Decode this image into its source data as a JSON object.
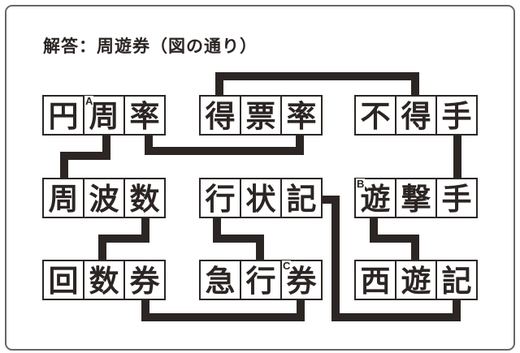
{
  "figure": {
    "title": "解答：周遊券（図の通り）",
    "answer_word": "周遊券",
    "boxes": [
      {
        "word": "円周率",
        "chars": [
          "円",
          "周",
          "率"
        ],
        "row": 0,
        "col": 0,
        "marker": {
          "cell": 1,
          "label": "A"
        }
      },
      {
        "word": "得票率",
        "chars": [
          "得",
          "票",
          "率"
        ],
        "row": 0,
        "col": 1
      },
      {
        "word": "不得手",
        "chars": [
          "不",
          "得",
          "手"
        ],
        "row": 0,
        "col": 2
      },
      {
        "word": "周波数",
        "chars": [
          "周",
          "波",
          "数"
        ],
        "row": 1,
        "col": 0
      },
      {
        "word": "行状記",
        "chars": [
          "行",
          "状",
          "記"
        ],
        "row": 1,
        "col": 1
      },
      {
        "word": "遊撃手",
        "chars": [
          "遊",
          "撃",
          "手"
        ],
        "row": 1,
        "col": 2,
        "marker": {
          "cell": 0,
          "label": "B"
        }
      },
      {
        "word": "回数券",
        "chars": [
          "回",
          "数",
          "券"
        ],
        "row": 2,
        "col": 0
      },
      {
        "word": "急行券",
        "chars": [
          "急",
          "行",
          "券"
        ],
        "row": 2,
        "col": 1,
        "marker": {
          "cell": 2,
          "label": "C"
        }
      },
      {
        "word": "西遊記",
        "chars": [
          "西",
          "遊",
          "記"
        ],
        "row": 2,
        "col": 2
      }
    ],
    "links": [
      {
        "shared_char": "周",
        "from": "円周率",
        "to": "周波数"
      },
      {
        "shared_char": "率",
        "from": "円周率",
        "to": "得票率"
      },
      {
        "shared_char": "得",
        "from": "得票率",
        "to": "不得手"
      },
      {
        "shared_char": "手",
        "from": "不得手",
        "to": "遊撃手"
      },
      {
        "shared_char": "数",
        "from": "周波数",
        "to": "回数券"
      },
      {
        "shared_char": "行",
        "from": "行状記",
        "to": "急行券"
      },
      {
        "shared_char": "記",
        "from": "行状記",
        "to": "西遊記"
      },
      {
        "shared_char": "遊",
        "from": "遊撃手",
        "to": "西遊記"
      },
      {
        "shared_char": "券",
        "from": "回数券",
        "to": "急行券"
      }
    ],
    "colors": {
      "ink": "#2b2523",
      "background": "#ffffff",
      "frame": "#6b6662"
    }
  }
}
